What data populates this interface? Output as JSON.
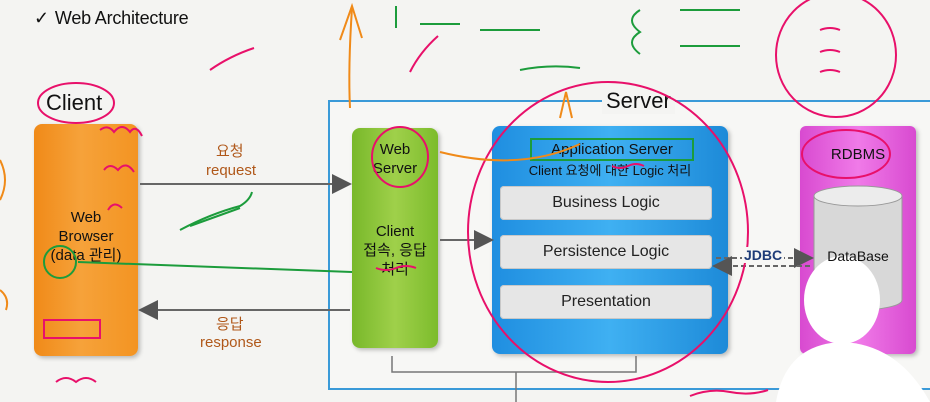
{
  "title": "Web Architecture",
  "client": {
    "label": "Client",
    "line1": "Web",
    "line2": "Browser",
    "line3": "(data 관리)"
  },
  "request": {
    "korean": "요청",
    "english": "request"
  },
  "response": {
    "korean": "응답",
    "english": "response"
  },
  "server": {
    "label": "Server"
  },
  "web_server": {
    "title_line1": "Web",
    "title_line2": "Server",
    "desc_line1": "Client",
    "desc_line2": "접속, 응답",
    "desc_line3": "처리"
  },
  "app_server": {
    "title": "Application Server",
    "subtitle": "Client 요청에 대한 Logic 처리",
    "layers": [
      "Business Logic",
      "Persistence Logic",
      "Presentation"
    ]
  },
  "jdbc": "JDBC",
  "database": {
    "rdbms": "RDBMS",
    "label": "DataBase"
  },
  "colors": {
    "client": "#f39422",
    "web_server": "#8cc63f",
    "app_server": "#29a3ec",
    "database": "#e868e0",
    "frame": "#3a9ad8",
    "annotation_red": "#e8106a",
    "annotation_green": "#1c9c3c",
    "annotation_orange": "#f08a18"
  }
}
